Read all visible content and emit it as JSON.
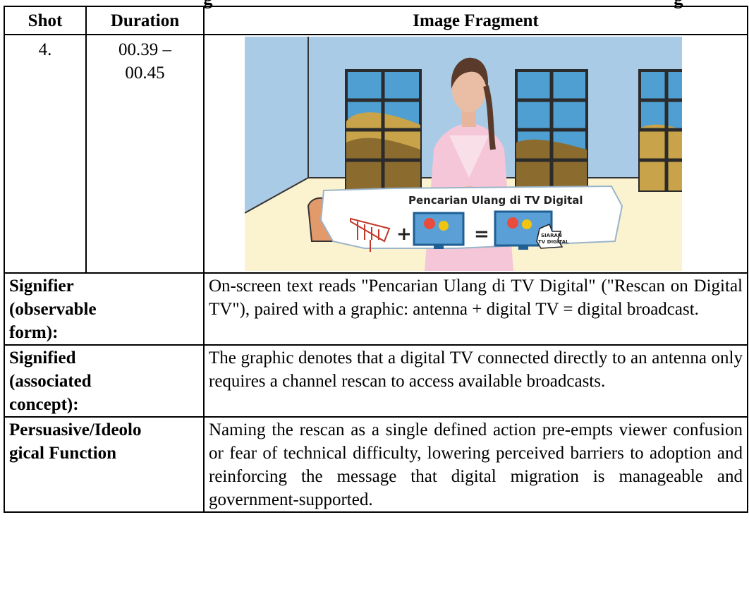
{
  "cut_off_title": {
    "part1": "g",
    "part2": "g"
  },
  "table": {
    "headers": {
      "shot": "Shot",
      "duration": "Duration",
      "image": "Image Fragment"
    },
    "row": {
      "shot": "4.",
      "duration_start": "00.39 –",
      "duration_end": "00.45"
    },
    "image": {
      "banner_title": "Pencarian Ulang di TV Digital",
      "plus": "+",
      "equals": "=",
      "sticker_line1": "SIARAN",
      "sticker_line2": "TV DIGITAL"
    },
    "signifier": {
      "label_line1": "Signifier",
      "label_line2": "(observable",
      "label_line3": "form):",
      "text": "On-screen text reads \"Pencarian Ulang di TV Digital\" (\"Rescan on Digital TV\"), paired with a graphic: antenna + digital TV = digital broadcast."
    },
    "signified": {
      "label_line1": "Signified",
      "label_line2": "(associated",
      "label_line3": "concept):",
      "text": "The graphic denotes that a digital TV connected directly to an antenna only requires a channel rescan to access available broadcasts."
    },
    "function": {
      "label_line1": "Persuasive/Ideolo",
      "label_line2": "gical Function",
      "text": "Naming the rescan as a single defined action pre-empts viewer confusion or fear of technical difficulty, lowering perceived barriers to adoption and reinforcing the message that digital migration is manageable and government-supported."
    }
  }
}
